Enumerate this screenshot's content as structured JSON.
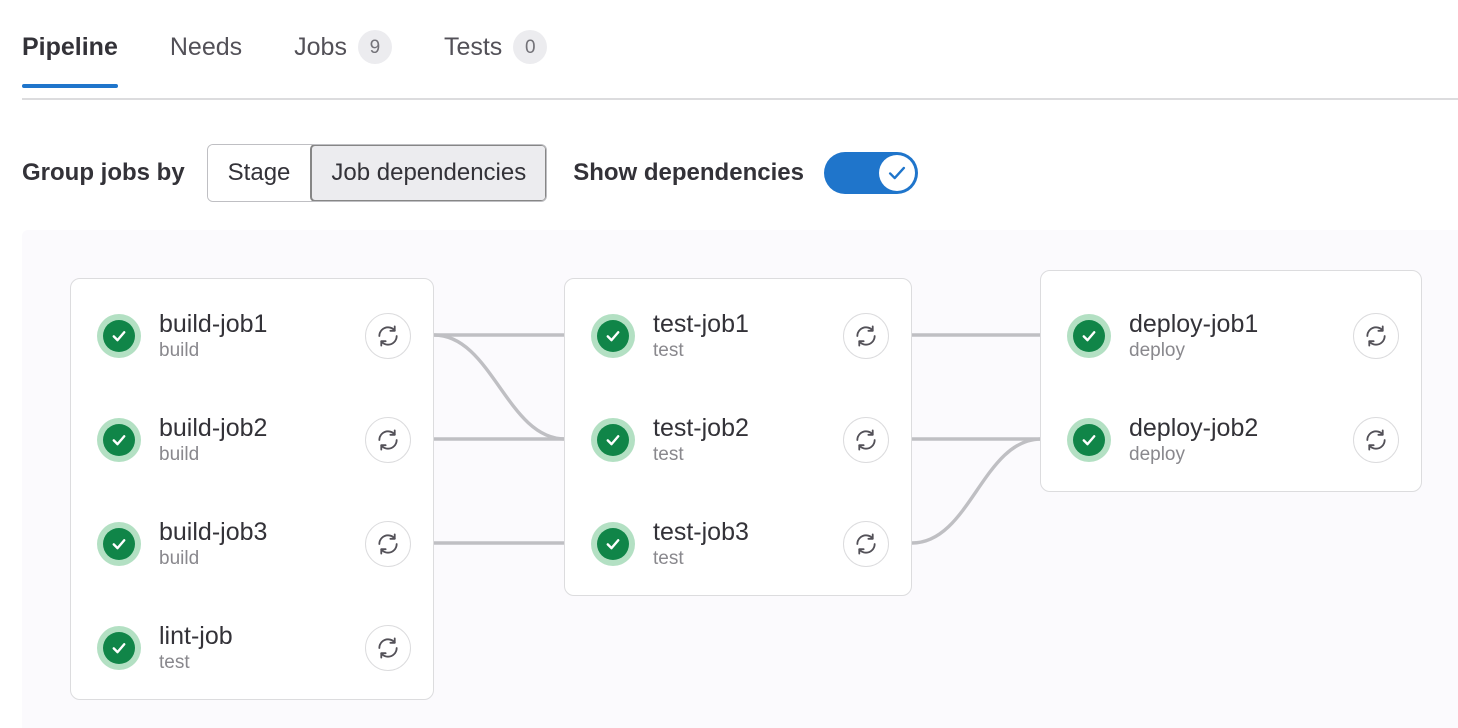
{
  "tabs": [
    {
      "label": "Pipeline",
      "badge": null,
      "active": true
    },
    {
      "label": "Needs",
      "badge": null,
      "active": false
    },
    {
      "label": "Jobs",
      "badge": "9",
      "active": false
    },
    {
      "label": "Tests",
      "badge": "0",
      "active": false
    }
  ],
  "controls": {
    "group_jobs_by_label": "Group jobs by",
    "segments": [
      {
        "label": "Stage",
        "active": false
      },
      {
        "label": "Job dependencies",
        "active": true
      }
    ],
    "show_dependencies_label": "Show dependencies",
    "show_dependencies_on": true,
    "toggle_icon": "check-icon"
  },
  "colors": {
    "accent_blue": "#1f75cb",
    "status_green": "#108548",
    "status_green_halo": "#b3e0c3",
    "link_gray": "#bfbfc3",
    "canvas_bg": "#fbfafd",
    "card_border": "#dcdcde",
    "text_primary": "#333238",
    "text_muted": "#89888d"
  },
  "graph": {
    "columns": [
      {
        "name": "build-column",
        "jobs": [
          {
            "name": "build-job1",
            "stage": "build",
            "status": "success",
            "status_icon": "status-success-icon",
            "retry_icon": "retry-icon"
          },
          {
            "name": "build-job2",
            "stage": "build",
            "status": "success",
            "status_icon": "status-success-icon",
            "retry_icon": "retry-icon"
          },
          {
            "name": "build-job3",
            "stage": "build",
            "status": "success",
            "status_icon": "status-success-icon",
            "retry_icon": "retry-icon"
          },
          {
            "name": "lint-job",
            "stage": "test",
            "status": "success",
            "status_icon": "status-success-icon",
            "retry_icon": "retry-icon"
          }
        ]
      },
      {
        "name": "test-column",
        "jobs": [
          {
            "name": "test-job1",
            "stage": "test",
            "status": "success",
            "status_icon": "status-success-icon",
            "retry_icon": "retry-icon"
          },
          {
            "name": "test-job2",
            "stage": "test",
            "status": "success",
            "status_icon": "status-success-icon",
            "retry_icon": "retry-icon"
          },
          {
            "name": "test-job3",
            "stage": "test",
            "status": "success",
            "status_icon": "status-success-icon",
            "retry_icon": "retry-icon"
          }
        ]
      },
      {
        "name": "deploy-column",
        "jobs": [
          {
            "name": "deploy-job1",
            "stage": "deploy",
            "status": "success",
            "status_icon": "status-success-icon",
            "retry_icon": "retry-icon"
          },
          {
            "name": "deploy-job2",
            "stage": "deploy",
            "status": "success",
            "status_icon": "status-success-icon",
            "retry_icon": "retry-icon"
          }
        ]
      }
    ],
    "links": [
      {
        "from": "build-job1",
        "to": "test-job1",
        "shape": "straight"
      },
      {
        "from": "build-job1",
        "to": "test-job2",
        "shape": "curve-down"
      },
      {
        "from": "build-job2",
        "to": "test-job2",
        "shape": "straight"
      },
      {
        "from": "build-job3",
        "to": "test-job3",
        "shape": "straight"
      },
      {
        "from": "test-job1",
        "to": "deploy-job1",
        "shape": "straight"
      },
      {
        "from": "test-job2",
        "to": "deploy-job2",
        "shape": "straight"
      },
      {
        "from": "test-job3",
        "to": "deploy-job2",
        "shape": "curve-up"
      }
    ]
  }
}
